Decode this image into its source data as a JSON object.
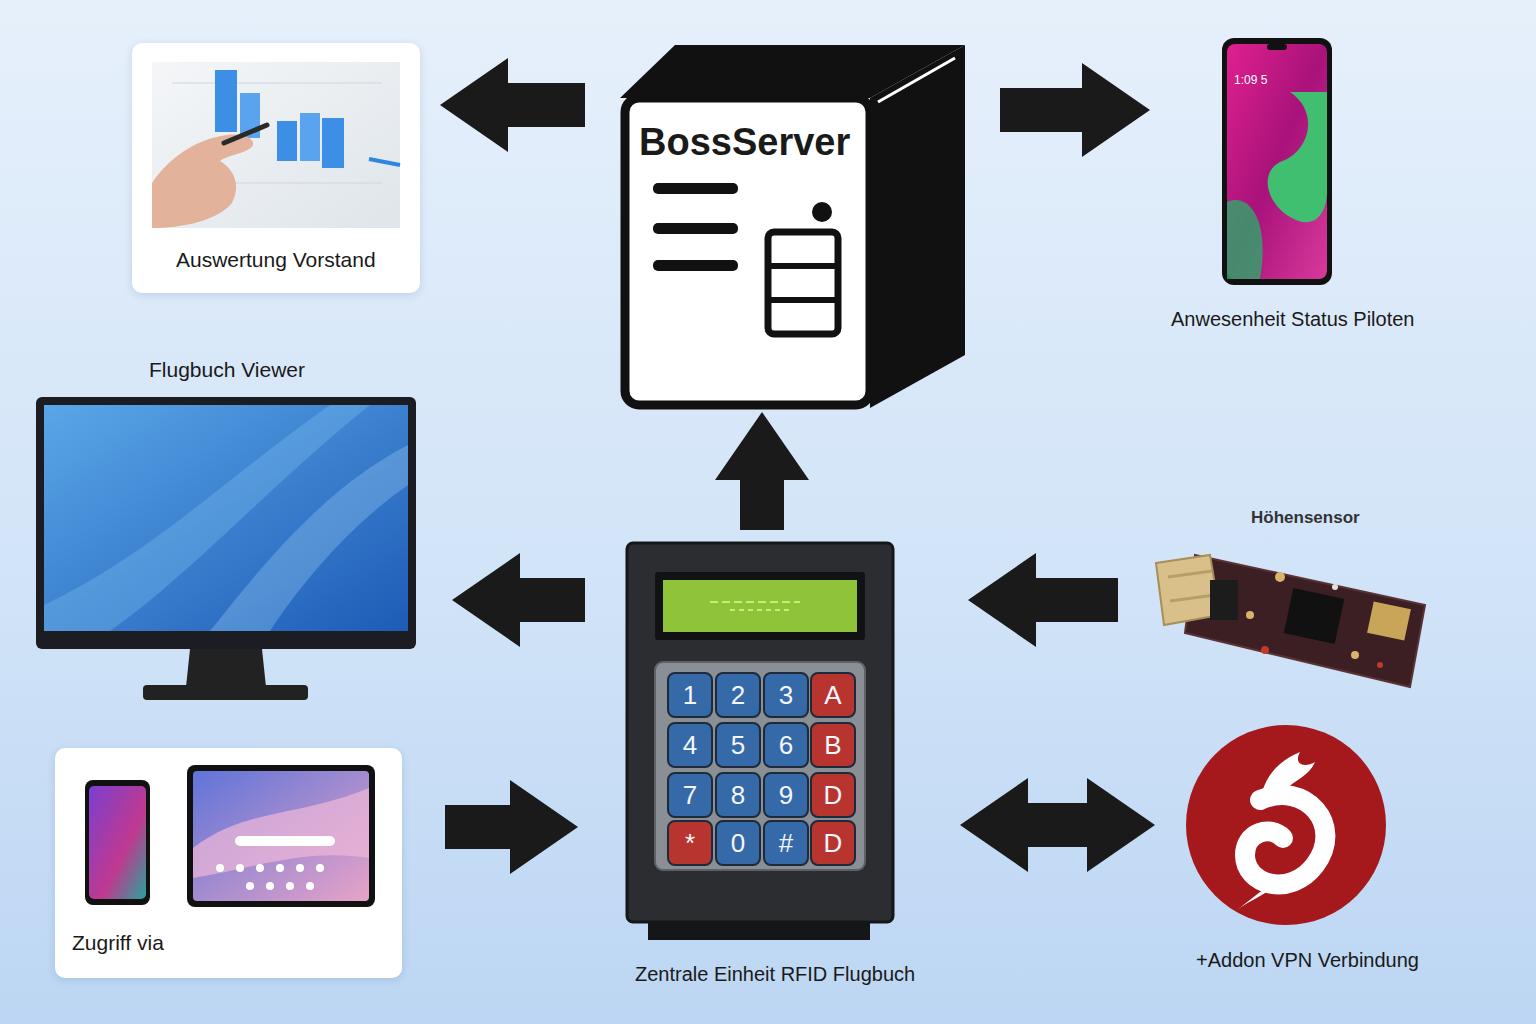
{
  "diagram": {
    "nodes": [
      {
        "text": [
          "Auswertung Vorstand"
        ]
      },
      {
        "text": [
          "BossServer"
        ]
      },
      {
        "text": [
          "Anwesenheit Status Piloten"
        ]
      },
      {
        "text": [
          "Flugbuch Viewer"
        ]
      },
      {
        "text": [
          "Höhensensor"
        ]
      },
      {
        "text": [
          "Zugriff via"
        ]
      },
      {
        "text": [
          "Zentrale Einheit RFID Flugbuch"
        ]
      },
      {
        "text": [
          "+Addon VPN Verbindung"
        ]
      }
    ],
    "edges": [
      {
        "from": 1,
        "to": 0,
        "arrow": "to"
      },
      {
        "from": 1,
        "to": 2,
        "arrow": "to"
      },
      {
        "from": 6,
        "to": 1,
        "arrow": "to"
      },
      {
        "from": 6,
        "to": 3,
        "arrow": "to"
      },
      {
        "from": 4,
        "to": 6,
        "arrow": "to"
      },
      {
        "from": 5,
        "to": 6,
        "arrow": "to"
      },
      {
        "from": 6,
        "to": 7,
        "arrow": "both"
      }
    ],
    "labels": [
      "1:09 5",
      "1",
      "2",
      "3",
      "A",
      "4",
      "5",
      "6",
      "B",
      "7",
      "8",
      "9",
      "D",
      "*",
      "0",
      "#",
      "D"
    ]
  }
}
